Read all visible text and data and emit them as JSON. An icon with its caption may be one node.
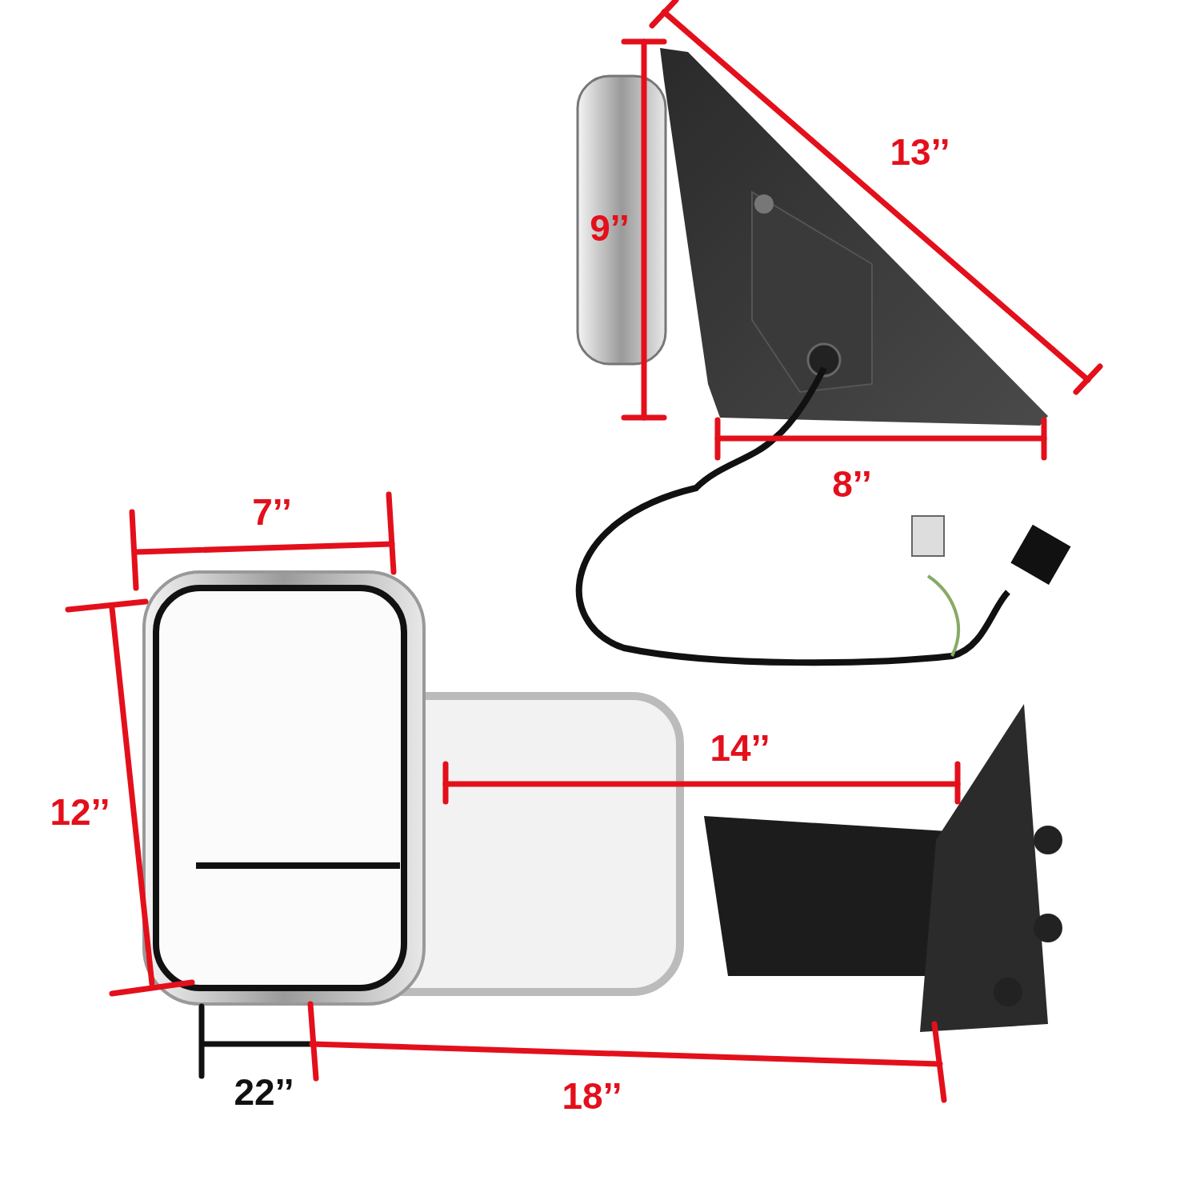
{
  "diagram": {
    "labels": [
      "13’’",
      "9’’",
      "8’’",
      "7’’",
      "14’’",
      "12’’",
      "22’’",
      "18’’"
    ]
  }
}
